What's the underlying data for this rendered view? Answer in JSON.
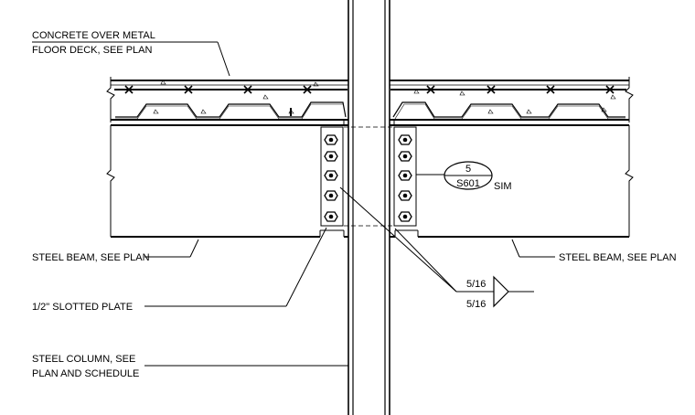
{
  "annotations": {
    "deck": [
      "CONCRETE OVER METAL",
      "FLOOR DECK, SEE PLAN"
    ],
    "beam_left": "STEEL BEAM, SEE PLAN",
    "beam_right": "STEEL BEAM, SEE PLAN",
    "plate": "1/2\" SLOTTED PLATE",
    "column": [
      "STEEL COLUMN, SEE",
      "PLAN AND SCHEDULE"
    ]
  },
  "section_marker": {
    "number": "5",
    "sheet": "S601",
    "suffix": "SIM"
  },
  "weld": {
    "top": "5/16",
    "bottom": "5/16"
  },
  "colors": {
    "line": "#000000",
    "background": "#ffffff"
  }
}
